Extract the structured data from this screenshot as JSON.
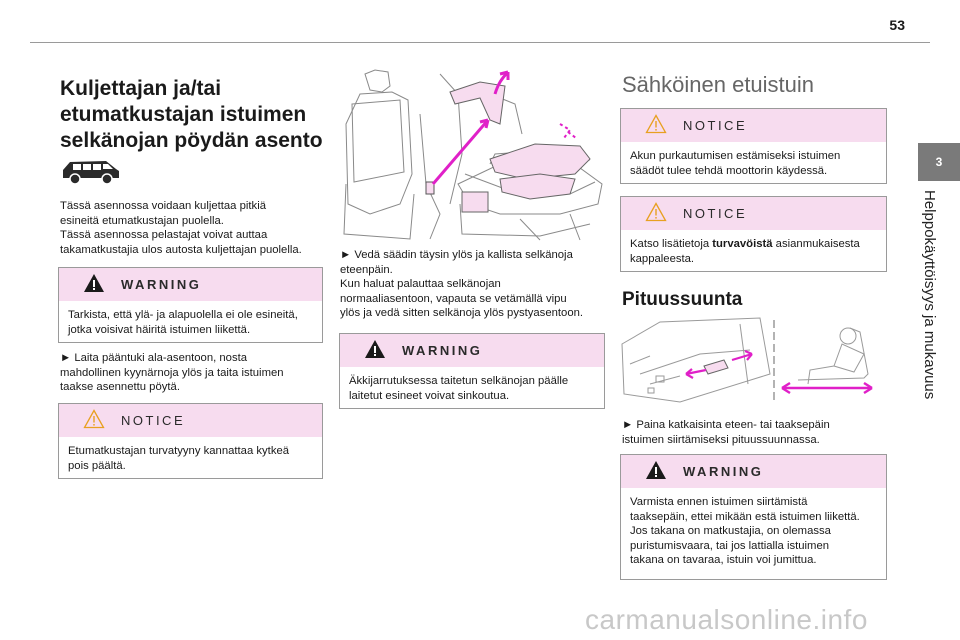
{
  "page": {
    "number": "53"
  },
  "side": {
    "tab": "3",
    "title": "Helppokäyttöisyys ja mukavuus"
  },
  "col1": {
    "title_l1": "Kuljettajan ja/tai",
    "title_l2": "etumatkustajan istuimen",
    "title_l3": "selkänojan pöydän asento",
    "intro_l1": "Tässä asennossa voidaan kuljettaa pitkiä",
    "intro_l2": "esineitä etumatkustajan puolella.",
    "intro_l3": "Tässä asennossa pelastajat voivat auttaa",
    "intro_l4": "takamatkustajia ulos autosta kuljettajan puolella.",
    "warning": {
      "label": "WARNING",
      "l1": "Tarkista, että ylä- ja alapuolella ei ole esineitä,",
      "l2": "jotka voisivat häiritä istuimen liikettä."
    },
    "step_l1": "► Laita pääntuki ala-asentoon, nosta",
    "step_l2": "mahdollinen kyynärnoja ylös ja taita istuimen",
    "step_l3": "taakse asennettu pöytä.",
    "notice": {
      "label": "NOTICE",
      "l1": "Etumatkustajan turvatyyny kannattaa kytkeä",
      "l2": "pois päältä."
    }
  },
  "col2": {
    "step_l1": "► Vedä säädin täysin ylös ja kallista selkänoja",
    "step_l2": "eteenpäin.",
    "step_l3": "Kun haluat palauttaa selkänojan",
    "step_l4": "normaaliasentoon, vapauta se vetämällä vipu",
    "step_l5": "ylös ja vedä sitten selkänoja ylös pystyasentoon.",
    "warning": {
      "label": "WARNING",
      "l1": "Äkkijarrutuksessa taitetun selkänojan päälle",
      "l2": "laitetut esineet voivat sinkoutua."
    }
  },
  "col3": {
    "title": "Sähköinen etuistuin",
    "notice1": {
      "label": "NOTICE",
      "l1": "Akun purkautumisen estämiseksi istuimen",
      "l2": "säädöt tulee tehdä moottorin käydessä."
    },
    "notice2": {
      "label": "NOTICE",
      "l1_pre": "Katso lisätietoja ",
      "l1_bold": "turvavöistä",
      "l1_post": " asianmukaisesta",
      "l2": "kappaleesta."
    },
    "subtitle": "Pituussuunta",
    "step_l1": "► Paina katkaisinta eteen- tai taaksepäin",
    "step_l2": "istuimen siirtämiseksi pituussuunnassa.",
    "warning": {
      "label": "WARNING",
      "l1": "Varmista ennen istuimen siirtämistä",
      "l2": "taaksepäin, ettei mikään estä istuimen liikettä.",
      "l3": "Jos takana on matkustajia, on olemassa",
      "l4": "puristumisvaara, tai jos lattialla istuimen",
      "l5": "takana on tavaraa, istuin voi jumittua."
    }
  },
  "watermark": "carmanualsonline.info",
  "colors": {
    "notice_bg": "#f7dcef",
    "accent_magenta": "#e020c8",
    "tab_grey": "#7a7a7a"
  }
}
